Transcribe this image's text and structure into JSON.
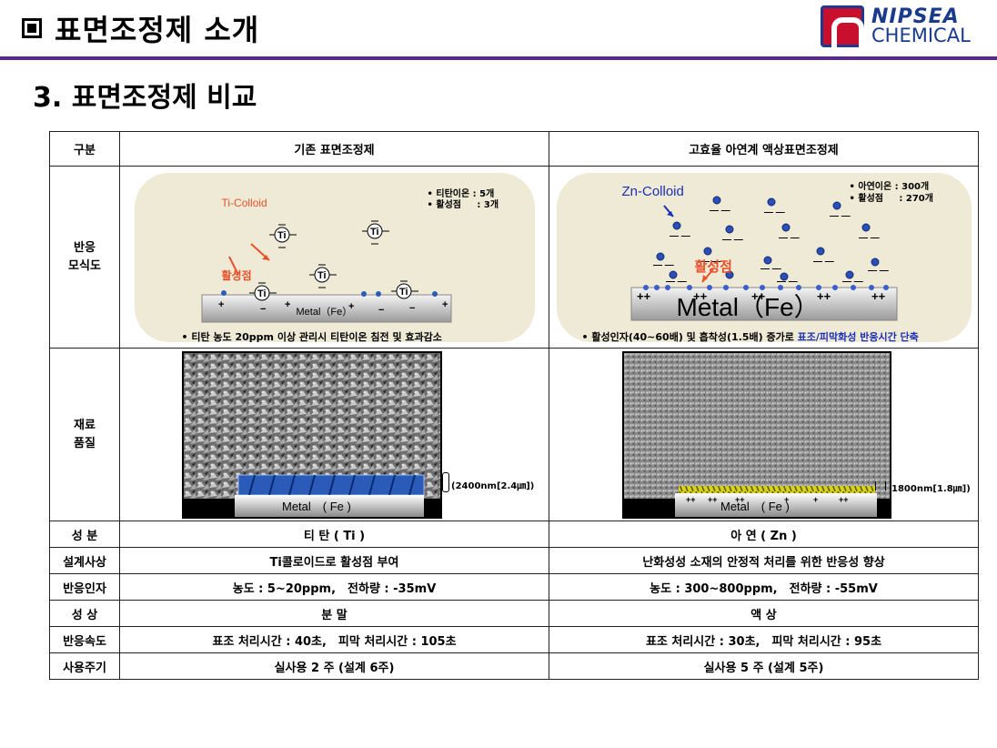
{
  "header": {
    "title": "표면조정제 소개"
  },
  "logo": {
    "line1": "NIPSEA",
    "line2": "CHEMICAL"
  },
  "subtitle": "3. 표면조정제 비교",
  "table": {
    "col_headers": [
      "구분",
      "기존 표면조정제",
      "고효율 아연계 액상표면조정제"
    ],
    "reaction_label": "반응\n모식도",
    "material_label": "재료\n품질",
    "conventional": {
      "colloid_label": "Ti-Colloid",
      "stats_ion": "• 티탄이온 : 5개",
      "stats_site": "• 활성점     : 3개",
      "active_label": "활성점",
      "metal_label": "Metal（Fe）",
      "caption": "• 티탄 농도 20ppm 이상 관리시 티탄이온 침전 및 효과감소",
      "ion_symbol": "Ti",
      "film_label": "(2400nm[2.4㎛])",
      "micro_metal": "Metal　( Fe )"
    },
    "zinc": {
      "colloid_label": "Zn-Colloid",
      "stats_ion": "• 아연이온 : 300개",
      "stats_site": "• 활성점     : 270개",
      "active_label": "활성점",
      "metal_label": "Metal（Fe）",
      "caption_a": "• 활성인자(40~60배) 및 흡착성(1.5배) 증가로 ",
      "caption_b": "표조/피막화성 반응시간 단축",
      "film_label": "1800nm[1.8㎛])",
      "micro_metal": "Metal　( Fe )"
    },
    "rows": [
      {
        "label": "성  분",
        "conventional": "티 탄 ( Ti )",
        "zinc": "아 연 ( Zn )"
      },
      {
        "label": "설계사상",
        "conventional": "Ti콜로이드로 활성점 부여",
        "zinc": "난화성성 소재의 안정적 처리를 위한 반응성 향상"
      },
      {
        "label": "반응인자",
        "conventional": "농도 : 5~20ppm,　전하량 : -35mV",
        "zinc": "농도 : 300~800ppm,　전하량 : -55mV"
      },
      {
        "label": "성  상",
        "conventional": "분  말",
        "zinc": "액  상"
      },
      {
        "label": "반응속도",
        "conventional": "표조 처리시간 : 40초,　피막 처리시간 : 105초",
        "zinc": "표조 처리시간 : 30초,　피막 처리시간 : 95초"
      },
      {
        "label": "사용주기",
        "conventional": "실사용 2 주 (설계 6주)",
        "zinc": "실사용 5 주 (설계 5주)"
      }
    ]
  },
  "colors": {
    "rule": "#5b2a86",
    "brand_blue": "#1a3b8c",
    "brand_red": "#c8102e",
    "ti_label": "#e8502a",
    "zn_label": "#1a2fb8",
    "highlight": "#1a2fb8"
  }
}
